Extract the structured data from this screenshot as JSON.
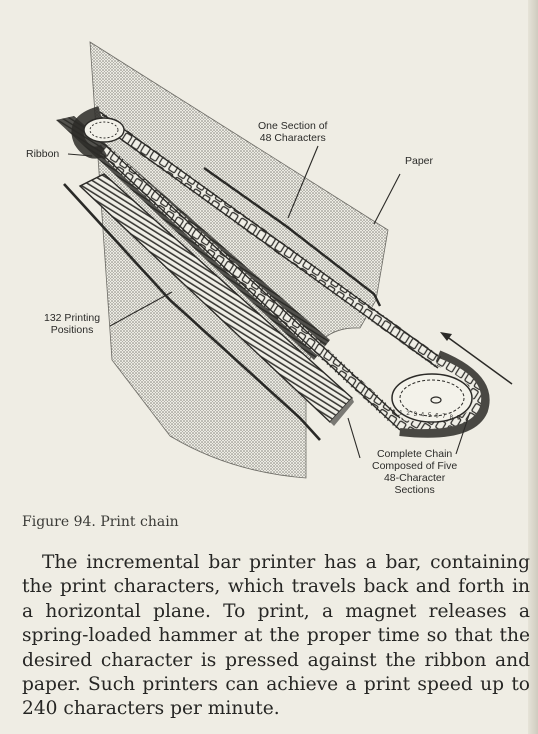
{
  "figure": {
    "labels": {
      "section": [
        "One Section of",
        "48 Characters"
      ],
      "ribbon": "Ribbon",
      "paper": "Paper",
      "positions": [
        "132 Printing",
        "Positions"
      ],
      "chain": [
        "Complete Chain",
        "Composed of Five",
        "48-Character",
        "Sections"
      ]
    },
    "chain_glyphs": [
      "0",
      "1",
      "2",
      "3",
      "4",
      "5",
      "6",
      "7",
      "8",
      "9"
    ]
  },
  "caption": "Figure 94.  Print chain",
  "body_text": "The incremental bar printer has a bar, containing the print characters, which travels back and forth in a horizontal plane. To print, a magnet releases a spring-loaded hammer at the proper time so that the desired character is pressed against the ribbon and paper. Such printers can achieve a print speed up to 240 characters per minute."
}
